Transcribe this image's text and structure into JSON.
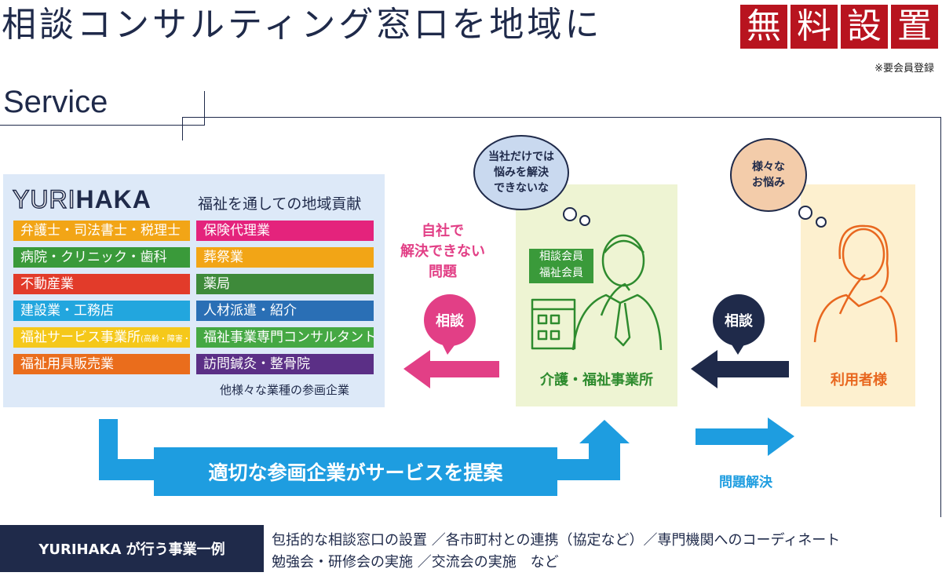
{
  "header": {
    "title": "相談コンサルティング窓口を地域に",
    "free_chars": [
      "無",
      "料",
      "設",
      "置"
    ],
    "note": "※要会員登録"
  },
  "section_title": "Service",
  "left_panel": {
    "logo_light": "YURI",
    "logo_bold": "HAKA",
    "tagline": "福祉を通しての地域貢献",
    "left_items": [
      {
        "label": "弁護士・司法書士・税理士",
        "color": "#f2a516"
      },
      {
        "label": "病院・クリニック・歯科",
        "color": "#3a9a3a"
      },
      {
        "label": "不動産業",
        "color": "#e23b2a"
      },
      {
        "label": "建設業・工務店",
        "color": "#22a6de"
      },
      {
        "label": "福祉サービス事業所",
        "small": "(高齢・障害・児童)",
        "color": "#f5c81a"
      },
      {
        "label": "福祉用具販売業",
        "color": "#ea6d1c"
      }
    ],
    "right_items": [
      {
        "label": "保険代理業",
        "color": "#e4237c"
      },
      {
        "label": "葬祭業",
        "color": "#f2a516"
      },
      {
        "label": "薬局",
        "color": "#3e8a3a"
      },
      {
        "label": "人材派遣・紹介",
        "color": "#2a6fb5"
      },
      {
        "label": "福祉事業専門コンサルタント",
        "color": "#45a843"
      },
      {
        "label": "訪問鍼灸・整骨院",
        "color": "#5b2f86"
      }
    ],
    "more": "他様々な業種の参画企業"
  },
  "middle": {
    "thought": "当社だけでは\n悩みを解決\nできないな",
    "tag": "相談会員\n福祉会員",
    "label": "介護・福祉事業所",
    "pink_text": "自社で\n解決できない\n問題",
    "consult_pink": "相談"
  },
  "right": {
    "thought": "様々な\nお悩み",
    "label": "利用者様",
    "consult_navy": "相談"
  },
  "bottom": {
    "bar": "適切な参画企業がサービスを提案",
    "solve": "問題解決"
  },
  "footer": {
    "label": "YURIHAKA が行う事業一例",
    "line1": "包括的な相談窓口の設置 ／各市町村との連携（協定など）／専門機関へのコーディネート",
    "line2": "勉強会・研修会の実施 ／交流会の実施　など"
  },
  "colors": {
    "navy": "#1f2a4a",
    "red": "#b8141f",
    "pink": "#e23f86",
    "blue": "#1e9de0",
    "green": "#2e8b2e",
    "orange": "#e8671f"
  }
}
